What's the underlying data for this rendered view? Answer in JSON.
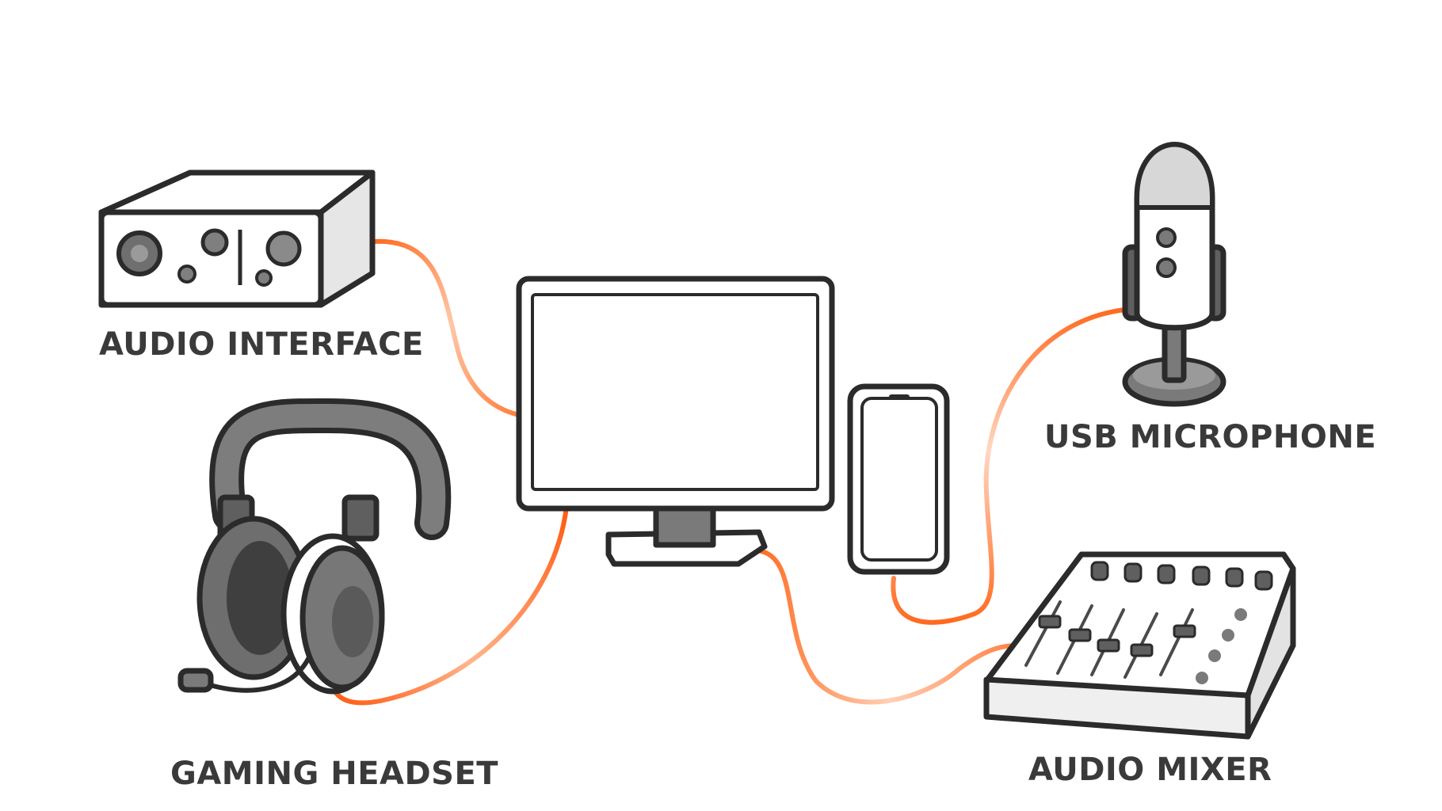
{
  "labels": {
    "audio_interface": "AUDIO INTERFACE",
    "gaming_headset": "GAMING HEADSET",
    "usb_microphone": "USB MICROPHONE",
    "audio_mixer": "AUDIO MIXER"
  },
  "colors": {
    "cable": "#ff6a1f",
    "outline": "#2b2b2b",
    "device_grey": "#7a7a7a",
    "label_text": "#3a3a3a"
  }
}
